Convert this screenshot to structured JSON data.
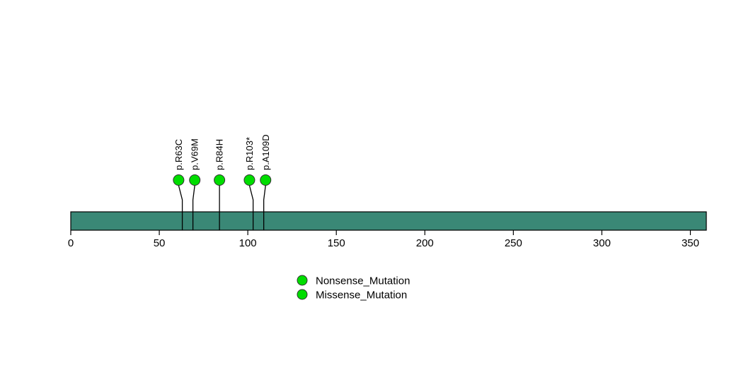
{
  "chart_data": {
    "type": "lollipop",
    "title": "",
    "xlabel": "",
    "ylabel": "",
    "grid": false,
    "xlim": [
      0,
      359
    ],
    "protein_length": 359,
    "protein_bar": {
      "start": 0,
      "end": 359,
      "color": "#3a8876",
      "border_color": "#000000"
    },
    "axis": {
      "ticks": [
        0,
        50,
        100,
        150,
        200,
        250,
        300,
        350
      ],
      "tick_labels": [
        "0",
        "50",
        "100",
        "150",
        "200",
        "250",
        "300",
        "350"
      ]
    },
    "categories": [
      "p.R63C",
      "p.V69M",
      "p.R84H",
      "p.R103*",
      "p.A109D"
    ],
    "values": [
      1,
      1,
      1,
      1,
      1
    ],
    "x": [
      63,
      69,
      84,
      103,
      109
    ],
    "mutations": [
      {
        "label": "p.R63C",
        "position": 63,
        "count": 1,
        "type": "Missense_Mutation",
        "color": "#00dd00",
        "head_offset": -2
      },
      {
        "label": "p.V69M",
        "position": 69,
        "count": 1,
        "type": "Missense_Mutation",
        "color": "#00dd00",
        "head_offset": 1
      },
      {
        "label": "p.R84H",
        "position": 84,
        "count": 1,
        "type": "Missense_Mutation",
        "color": "#00dd00",
        "head_offset": 0
      },
      {
        "label": "p.R103*",
        "position": 103,
        "count": 1,
        "type": "Nonsense_Mutation",
        "color": "#00dd00",
        "head_offset": -2
      },
      {
        "label": "p.A109D",
        "position": 109,
        "count": 1,
        "type": "Missense_Mutation",
        "color": "#00dd00",
        "head_offset": 1
      }
    ],
    "legend": {
      "position": "bottom-center",
      "entries": [
        {
          "label": "Nonsense_Mutation",
          "color": "#00dd00"
        },
        {
          "label": "Missense_Mutation",
          "color": "#00dd00"
        }
      ]
    },
    "colors": {
      "mutation_marker": "#00dd00",
      "marker_border": "#333333",
      "protein_bar": "#3a8876",
      "stem": "#000000",
      "axis": "#000000",
      "background": "#ffffff",
      "text": "#000000"
    }
  }
}
